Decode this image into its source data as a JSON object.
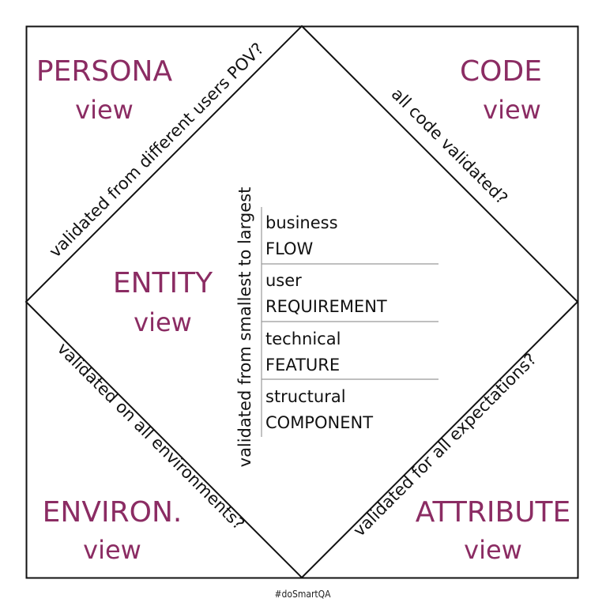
{
  "views": {
    "persona": {
      "title": "PERSONA",
      "sub": "view"
    },
    "code": {
      "title": "CODE",
      "sub": "view"
    },
    "entity": {
      "title": "ENTITY",
      "sub": "view"
    },
    "environ": {
      "title": "ENVIRON.",
      "sub": "view"
    },
    "attribute": {
      "title": "ATTRIBUTE",
      "sub": "view"
    }
  },
  "edges": {
    "top_left": "validated from different users POV?",
    "top_right": "all code validated?",
    "bottom_left": "validated on all environments?",
    "bottom_right": "validated for all expectations?"
  },
  "scale_label": "validated from smallest to largest",
  "levels": [
    {
      "qualifier": "business",
      "name": "FLOW"
    },
    {
      "qualifier": "user",
      "name": "REQUIREMENT"
    },
    {
      "qualifier": "technical",
      "name": "FEATURE"
    },
    {
      "qualifier": "structural",
      "name": "COMPONENT"
    }
  ],
  "footer": "#doSmartQA",
  "colors": {
    "accent": "#8b2c63",
    "line": "#111111",
    "divider": "#999999"
  }
}
